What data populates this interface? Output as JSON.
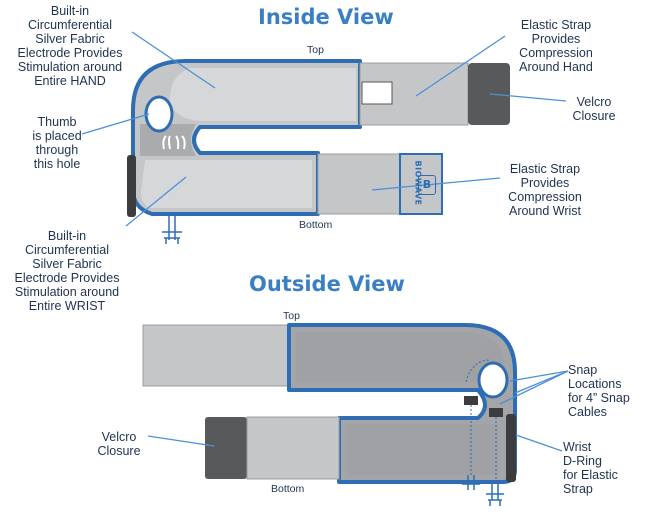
{
  "inside_view": {
    "title": "Inside View",
    "top_label": "Top",
    "bottom_label": "Bottom",
    "brand_text": "BIOWAVE",
    "brand_mark": "B",
    "callouts": {
      "hand_electrode": "Built-in\nCircumferential\nSilver Fabric\nElectrode Provides\nStimulation around\nEntire HAND",
      "thumb_hole": "Thumb\nis placed\nthrough\nthis hole",
      "wrist_electrode": "Built-in\nCircumferential\nSilver Fabric\nElectrode Provides\nStimulation around\nEntire WRIST",
      "hand_strap": "Elastic Strap\nProvides\nCompression\nAround Hand",
      "velcro": "Velcro\nClosure",
      "wrist_strap": "Elastic Strap\nProvides\nCompression\nAround Wrist"
    }
  },
  "outside_view": {
    "title": "Outside View",
    "top_label": "Top",
    "bottom_label": "Bottom",
    "callouts": {
      "snaps": "Snap\nLocations\nfor 4” Snap\nCables",
      "velcro": "Velcro\nClosure",
      "d_ring": "Wrist\nD-Ring\nfor Elastic\nStrap"
    }
  },
  "colors": {
    "title_blue": "#3a7fc4",
    "outline_blue": "#2e6db4",
    "light_gray": "#c8c9cb",
    "mid_gray": "#a3a5a8",
    "dark_gray": "#58595b",
    "leader_line": "#4a90d9"
  }
}
